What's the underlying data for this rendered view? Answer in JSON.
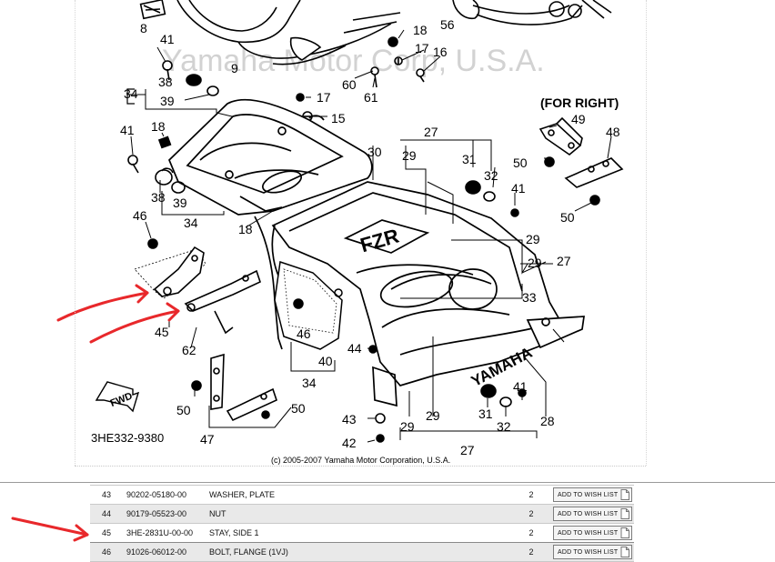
{
  "diagram": {
    "watermark": "Yamaha Motor Corp, U.S.A.",
    "copyright": "(c) 2005-2007 Yamaha Motor Corporation, U.S.A.",
    "drawing_number": "3HE332-9380",
    "for_right_label": "(FOR RIGHT)",
    "emblem_text": "YAMAHA",
    "fzr_text": "FZR",
    "fwd_text": "FWD",
    "callouts": {
      "c8": "8",
      "c9": "9",
      "c56": "56",
      "c18a": "18",
      "c17a": "17",
      "c16": "16",
      "c41a": "41",
      "c38a": "38",
      "c39a": "39",
      "c34a": "34",
      "c60": "60",
      "c61": "61",
      "c17b": "17",
      "c15": "15",
      "c49": "49",
      "c48": "48",
      "c50a": "50",
      "c50b": "50",
      "c41b": "41",
      "c18b": "18",
      "c38b": "38",
      "c39b": "39",
      "c34b": "34",
      "c46a": "46",
      "c18c": "18",
      "c30": "30",
      "c29a": "29",
      "c27a": "27",
      "c31a": "31",
      "c32a": "32",
      "c41c": "41",
      "c29b": "29",
      "c29c": "29",
      "c27b": "27",
      "c33": "33",
      "c45": "45",
      "c62": "62",
      "c46b": "46",
      "c40": "40",
      "c34c": "34",
      "c44": "44",
      "c50c": "50",
      "c50d": "50",
      "c47": "47",
      "c43": "43",
      "c42": "42",
      "c29d": "29",
      "c29e": "29",
      "c31b": "31",
      "c32b": "32",
      "c41d": "41",
      "c28": "28",
      "c27c": "27"
    }
  },
  "parts": {
    "rows": [
      {
        "ref": "43",
        "part_no": "90202-05180-00",
        "description": "WASHER, PLATE",
        "qty": "2",
        "button": "ADD TO WISH LIST"
      },
      {
        "ref": "44",
        "part_no": "90179-05523-00",
        "description": "NUT",
        "qty": "2",
        "button": "ADD TO WISH LIST"
      },
      {
        "ref": "45",
        "part_no": "3HE-2831U-00-00",
        "description": "STAY, SIDE 1",
        "qty": "2",
        "button": "ADD TO WISH LIST"
      },
      {
        "ref": "46",
        "part_no": "91026-06012-00",
        "description": "BOLT, FLANGE (1VJ)",
        "qty": "2",
        "button": "ADD TO WISH LIST"
      }
    ]
  },
  "colors": {
    "annotation_arrow": "#e8282b",
    "row_shade": "#e9e9e9",
    "line_art": "#000000"
  }
}
